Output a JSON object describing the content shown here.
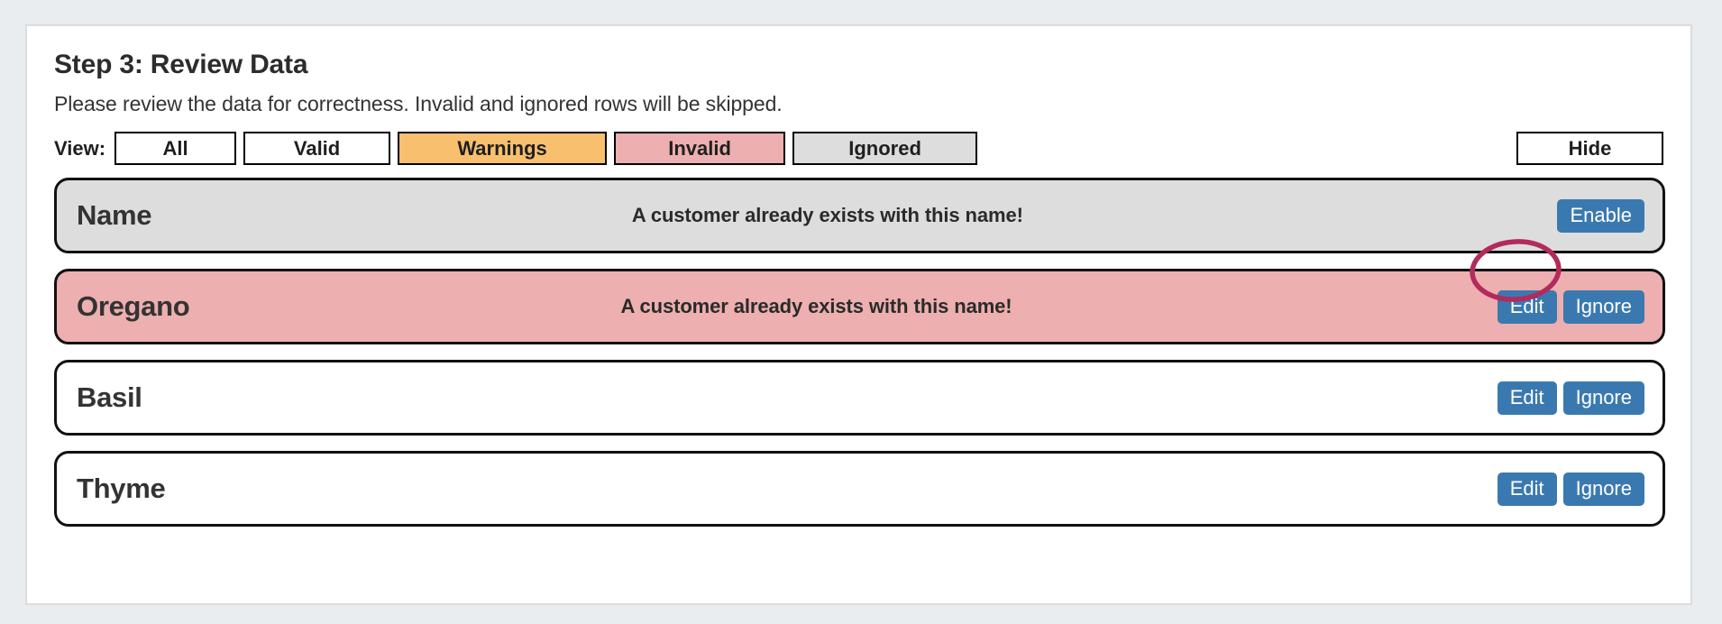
{
  "page": {
    "background_color": "#e9edf0",
    "card_background": "#ffffff"
  },
  "header": {
    "title": "Step 3: Review Data",
    "description": "Please review the data for correctness. Invalid and ignored rows will be skipped."
  },
  "filter_bar": {
    "view_label": "View:",
    "options": [
      {
        "label": "All",
        "color": "#ffffff",
        "active": false
      },
      {
        "label": "Valid",
        "color": "#ffffff",
        "active": false
      },
      {
        "label": "Warnings",
        "color": "#f8c06e",
        "active": true
      },
      {
        "label": "Invalid",
        "color": "#edafaf",
        "active": true
      },
      {
        "label": "Ignored",
        "color": "#dddddd",
        "active": true
      }
    ],
    "hide_label": "Hide"
  },
  "table": {
    "header_row": {
      "name": "Name",
      "message": "A customer already exists with this name!",
      "action": "Enable",
      "background": "#dddddd"
    },
    "rows": [
      {
        "name": "Oregano",
        "message": "A customer already exists with this name!",
        "status": "invalid",
        "background": "#edafaf",
        "actions": [
          "Edit",
          "Ignore"
        ]
      },
      {
        "name": "Basil",
        "message": "",
        "status": "valid",
        "background": "#ffffff",
        "actions": [
          "Edit",
          "Ignore"
        ]
      },
      {
        "name": "Thyme",
        "message": "",
        "status": "valid",
        "background": "#ffffff",
        "actions": [
          "Edit",
          "Ignore"
        ]
      }
    ]
  },
  "annotation": {
    "shape": "ellipse",
    "color": "#b32a5c",
    "target": "Edit"
  },
  "colors": {
    "action_button": "#3a79b0",
    "warning": "#f8c06e",
    "invalid": "#edafaf",
    "ignored": "#dddddd",
    "annotation": "#b32a5c"
  }
}
